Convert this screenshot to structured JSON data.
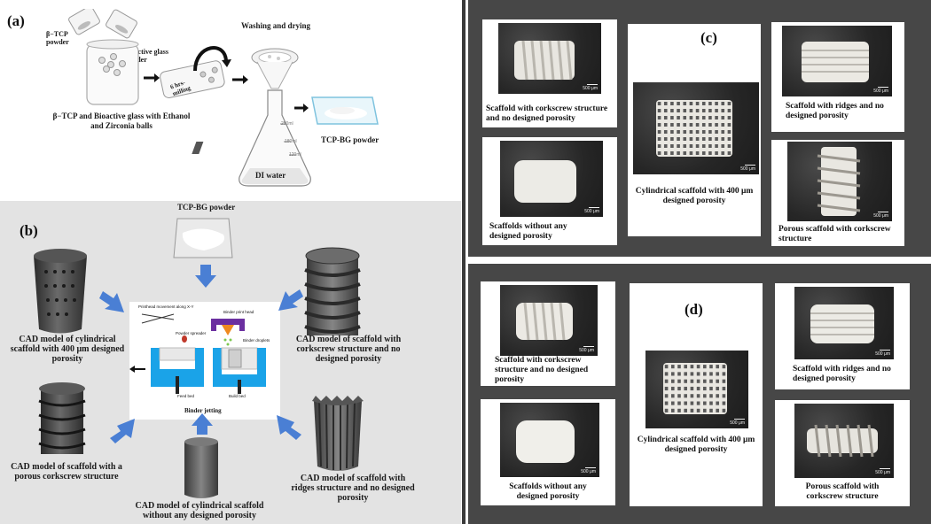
{
  "panel_a": {
    "letter": "(a)",
    "tcp_label": "β−TCP\npowder",
    "bg_label": "Bioactive glass\npowder",
    "milling_label": "6 hrs-\nmilling",
    "washing_label": "Washing and drying",
    "jar_caption": "β−TCP and Bioactive glass with Ethanol\nand Zirconia balls",
    "powder_label": "TCP-BG powder",
    "water_label": "DI water",
    "flask_marks": [
      "250ml",
      "180ml",
      "120ml"
    ]
  },
  "panel_b": {
    "letter": "(b)",
    "powder_title": "TCP-BG powder",
    "cad_cyl_porous": "CAD model of cylindrical\nscaffold with 400 μm designed\nporosity",
    "cad_corkscrew": "CAD model of scaffold with\ncorkscrew structure and no\ndesigned porosity",
    "cad_porous_corkscrew": "CAD model of scaffold with a\nporous corkscrew structure",
    "cad_cyl_plain": "CAD model of cylindrical scaffold\nwithout any designed porosity",
    "cad_ridges": "CAD model of scaffold with\nridges structure and no designed\nporosity",
    "printer": {
      "printhead": "Printhead movement along X-Y",
      "binder_head": "Binder print head",
      "spreader": "Powder spreader",
      "droplets": "Binder droplets",
      "feed": "Feed bed",
      "build": "Build bed",
      "title": "Binder jetting"
    }
  },
  "panel_c": {
    "letter": "(c)",
    "scale": "500 μm",
    "corkscrew": "Scaffold with corkscrew structure\nand no designed porosity",
    "no_porosity": "Scaffolds without any\ndesigned porosity",
    "cyl_porous": "Cylindrical scaffold with 400 μm\ndesigned porosity",
    "ridges": "Scaffold with ridges and no\ndesigned porosity",
    "porous_corkscrew": "Porous scaffold with corkscrew\nstructure"
  },
  "panel_d": {
    "letter": "(d)",
    "scale": "500 μm",
    "corkscrew": "Scaffold with corkscrew\nstructure and no designed\nporosity",
    "no_porosity": "Scaffolds without any\ndesigned porosity",
    "cyl_porous": "Cylindrical scaffold with 400 μm\ndesigned porosity",
    "ridges": "Scaffold with ridges and no\ndesigned porosity",
    "porous_corkscrew": "Porous scaffold with\ncorkscrew structure"
  },
  "colors": {
    "arrow_blue": "#4a7fd4",
    "printer_blue": "#1aa3e8",
    "panel_gray": "#474747",
    "panel_b_bg": "#e3e3e3"
  }
}
